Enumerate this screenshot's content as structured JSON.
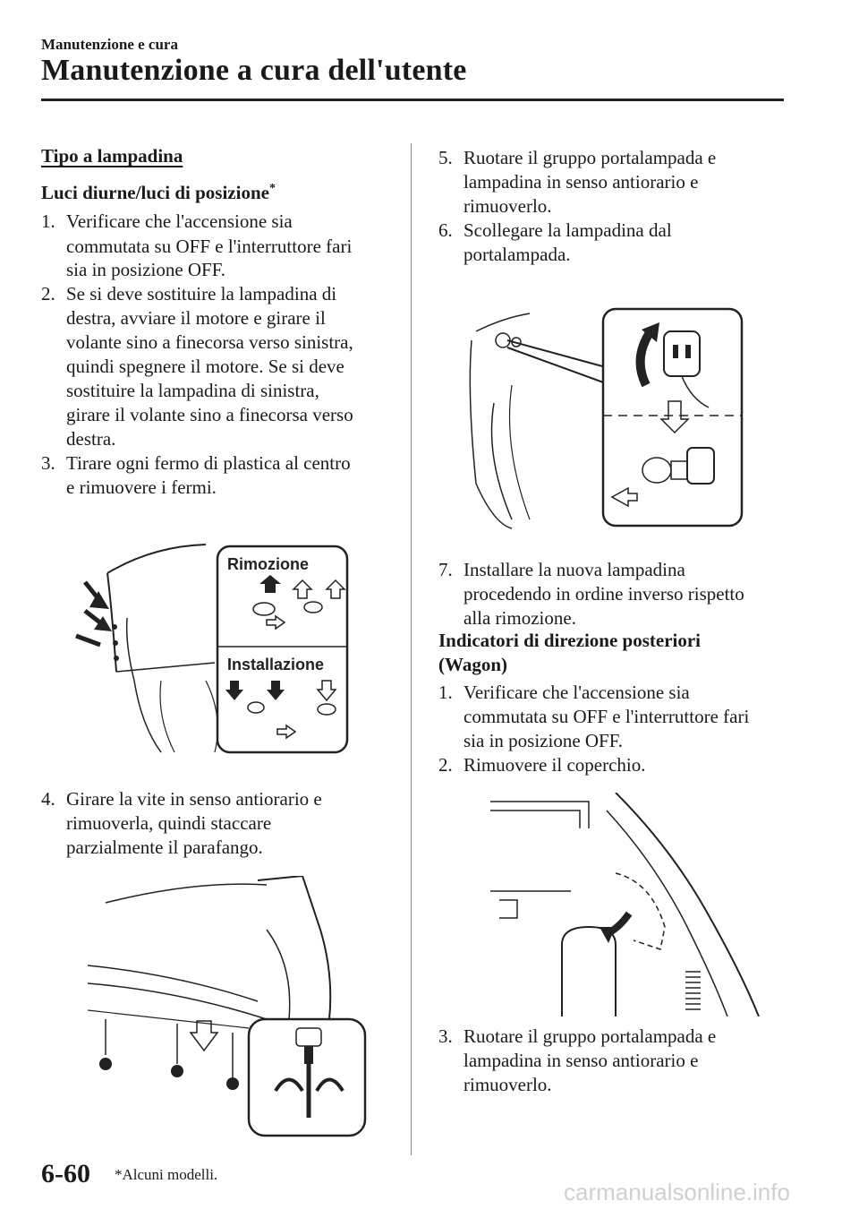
{
  "header": {
    "section": "Manutenzione e cura",
    "title": "Manutenzione a cura dell'utente"
  },
  "left": {
    "heading": "Tipo a lampadina",
    "subheading": "Luci diurne/luci di posizione",
    "subheading_mark": "*",
    "steps_a": [
      {
        "num": "1.",
        "lines": [
          "Verificare che l'accensione sia",
          "commutata su OFF e l'interruttore fari",
          "sia in posizione OFF."
        ]
      },
      {
        "num": "2.",
        "lines": [
          "Se si deve sostituire la lampadina di",
          "destra, avviare il motore e girare il",
          "volante sino a finecorsa verso sinistra,",
          "quindi spegnere il motore. Se si deve",
          "sostituire la lampadina di sinistra,",
          "girare il volante sino a finecorsa verso",
          "destra."
        ]
      },
      {
        "num": "3.",
        "lines": [
          "Tirare ogni fermo di plastica al centro",
          "e rimuovere i fermi."
        ]
      }
    ],
    "figure1_labels": {
      "removal": "Rimozione",
      "install": "Installazione"
    },
    "steps_b": [
      {
        "num": "4.",
        "lines": [
          "Girare la vite in senso antiorario e",
          "rimuoverla, quindi staccare",
          "parzialmente il parafango."
        ]
      }
    ]
  },
  "right": {
    "steps_a": [
      {
        "num": "5.",
        "lines": [
          "Ruotare il gruppo portalampada e",
          "lampadina in senso antiorario e",
          "rimuoverlo."
        ]
      },
      {
        "num": "6.",
        "lines": [
          "Scollegare la lampadina dal",
          "portalampada."
        ]
      }
    ],
    "steps_b": [
      {
        "num": "7.",
        "lines": [
          "Installare la nuova lampadina",
          "procedendo in ordine inverso rispetto",
          "alla rimozione."
        ]
      }
    ],
    "heading2_lines": [
      "Indicatori di direzione posteriori",
      "(Wagon)"
    ],
    "steps_c": [
      {
        "num": "1.",
        "lines": [
          "Verificare che l'accensione sia",
          "commutata su OFF e l'interruttore fari",
          "sia in posizione OFF."
        ]
      },
      {
        "num": "2.",
        "lines": [
          "Rimuovere il coperchio."
        ]
      }
    ],
    "steps_d": [
      {
        "num": "3.",
        "lines": [
          "Ruotare il gruppo portalampada e",
          "lampadina in senso antiorario e",
          "rimuoverlo."
        ]
      }
    ]
  },
  "footer": {
    "page_number": "6-60",
    "note": "*Alcuni modelli.",
    "watermark": "carmanualsonline.info"
  }
}
